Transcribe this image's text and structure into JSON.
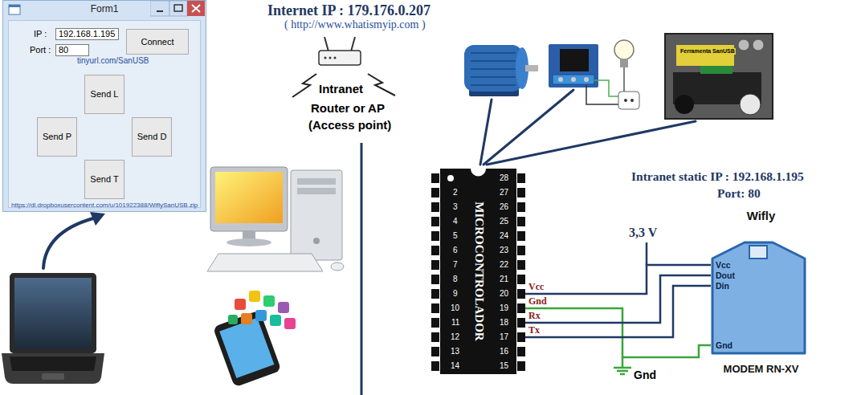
{
  "diagram": {
    "nodes": [
      {
        "text": [
          "Form1"
        ]
      },
      {
        "text": [
          "192.168.1.195"
        ],
        "in": 0
      },
      {
        "text": [
          "80"
        ],
        "in": 0
      },
      {
        "text": [
          "Connect"
        ],
        "in": 0
      },
      {
        "text": [
          "Send L"
        ],
        "in": 0
      },
      {
        "text": [
          "Send P"
        ],
        "in": 0
      },
      {
        "text": [
          "Send D"
        ],
        "in": 0
      },
      {
        "text": [
          "Send T"
        ],
        "in": 0
      },
      {
        "text": [
          "MICROCONTROLADOR"
        ]
      },
      {
        "text": [
          "Wifly",
          "MODEM RN-XV"
        ]
      }
    ],
    "edges": [
      {
        "from": 8,
        "to": 9,
        "arrow": "none",
        "label": "Vcc"
      },
      {
        "from": 8,
        "to": 9,
        "arrow": "none",
        "label": "Gnd"
      },
      {
        "from": 8,
        "to": 9,
        "arrow": "none",
        "label": "Rx"
      },
      {
        "from": 8,
        "to": 9,
        "arrow": "none",
        "label": "Tx"
      }
    ],
    "labels": [
      "IP :",
      "Port :",
      "tinyurl.com/SanUSB",
      "https://dl.dropboxusercontent.com/u/101922388/WiflySanUSB.zip",
      "Internet IP : 179.176.0.207",
      "( http://www.whatismyip.com )",
      "Intranet",
      "Router or AP",
      "(Access point)",
      "Ferramenta SanUSB",
      "Intranet static IP : 192.168.1.195",
      "Port: 80",
      "3,3 V",
      "2",
      "3",
      "4",
      "5",
      "6",
      "7",
      "8",
      "9",
      "10",
      "11",
      "12",
      "13",
      "14",
      "15",
      "16",
      "17",
      "18",
      "19",
      "20",
      "21",
      "22",
      "23",
      "24",
      "25",
      "26",
      "27",
      "28",
      "Vcc",
      "Dout",
      "Din",
      "Gnd",
      "Gnd"
    ]
  }
}
